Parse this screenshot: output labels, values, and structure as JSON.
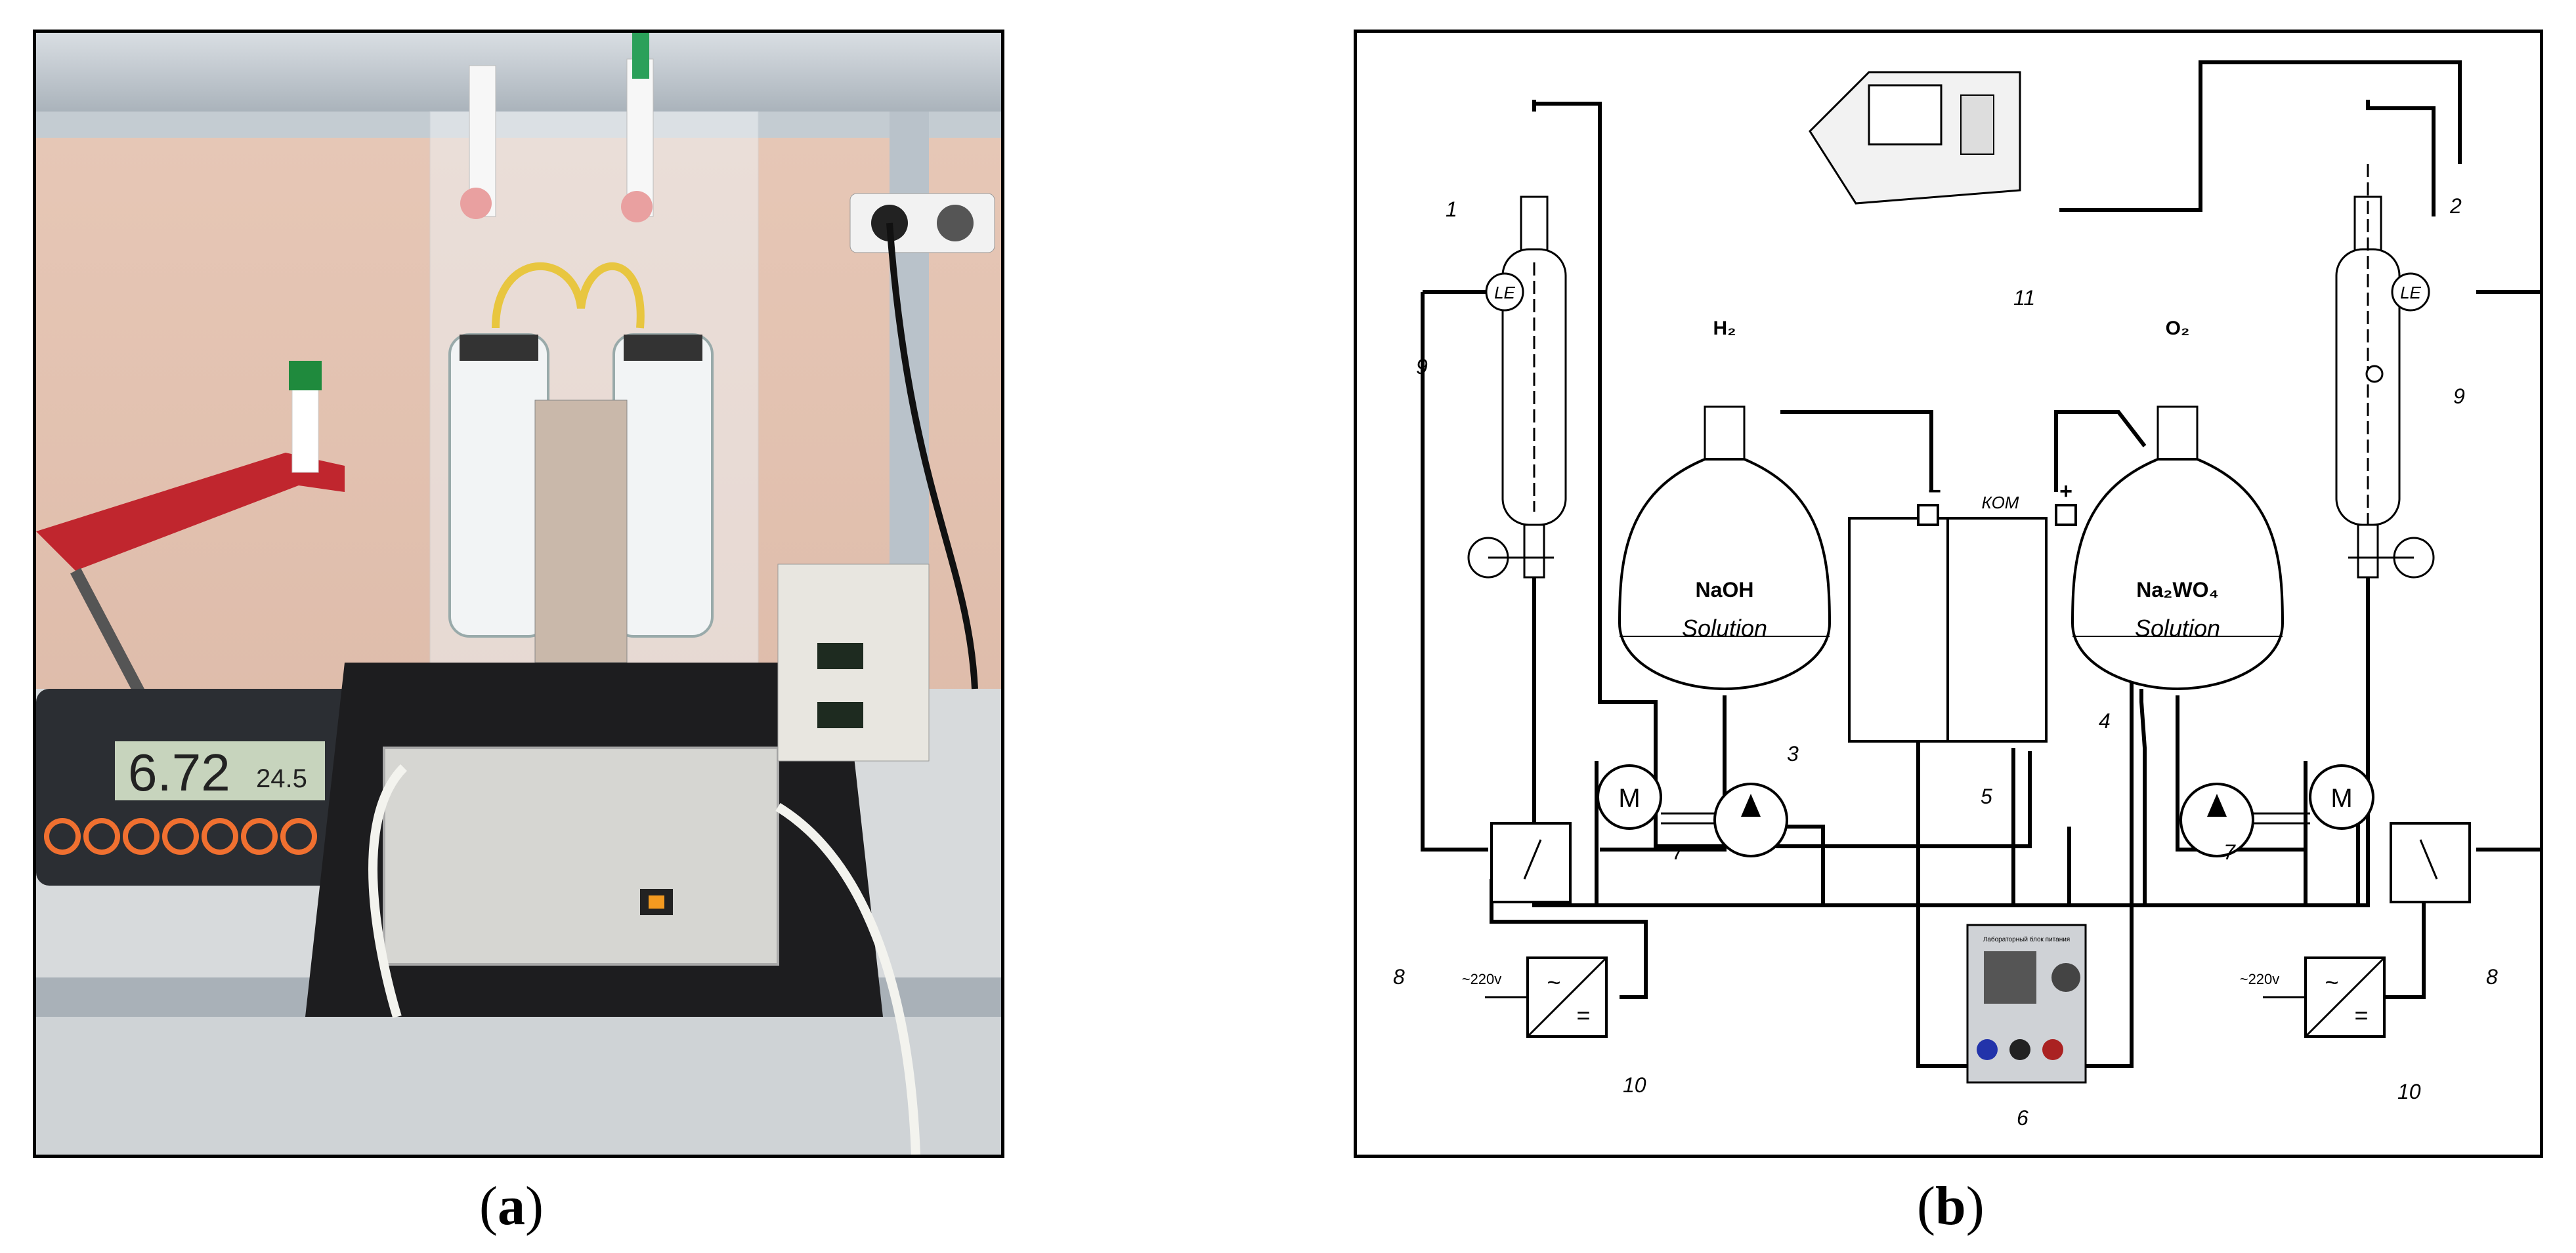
{
  "captions": {
    "a": "a",
    "b": "b"
  },
  "photo": {
    "meter_reading": "6.72",
    "meter_small": "24.5"
  },
  "diagram": {
    "products": {
      "h2": "H₂",
      "o2": "O₂"
    },
    "flasks": {
      "left": {
        "chem": "NaOH",
        "word": "Solution"
      },
      "right": {
        "chem": "Na₂WO₄",
        "word": "Solution"
      }
    },
    "cell": {
      "label": "КОМ",
      "minus": "−",
      "plus": "+"
    },
    "level_sensor": "LE",
    "motor": "M",
    "voltage": "~220v",
    "psu_title": "Лабораторный блок питания",
    "numbers": {
      "n1": "1",
      "n2": "2",
      "n3": "3",
      "n4": "4",
      "n5": "5",
      "n6": "6",
      "n7": "7",
      "n8": "8",
      "n9": "9",
      "n10": "10",
      "n11": "11"
    }
  }
}
